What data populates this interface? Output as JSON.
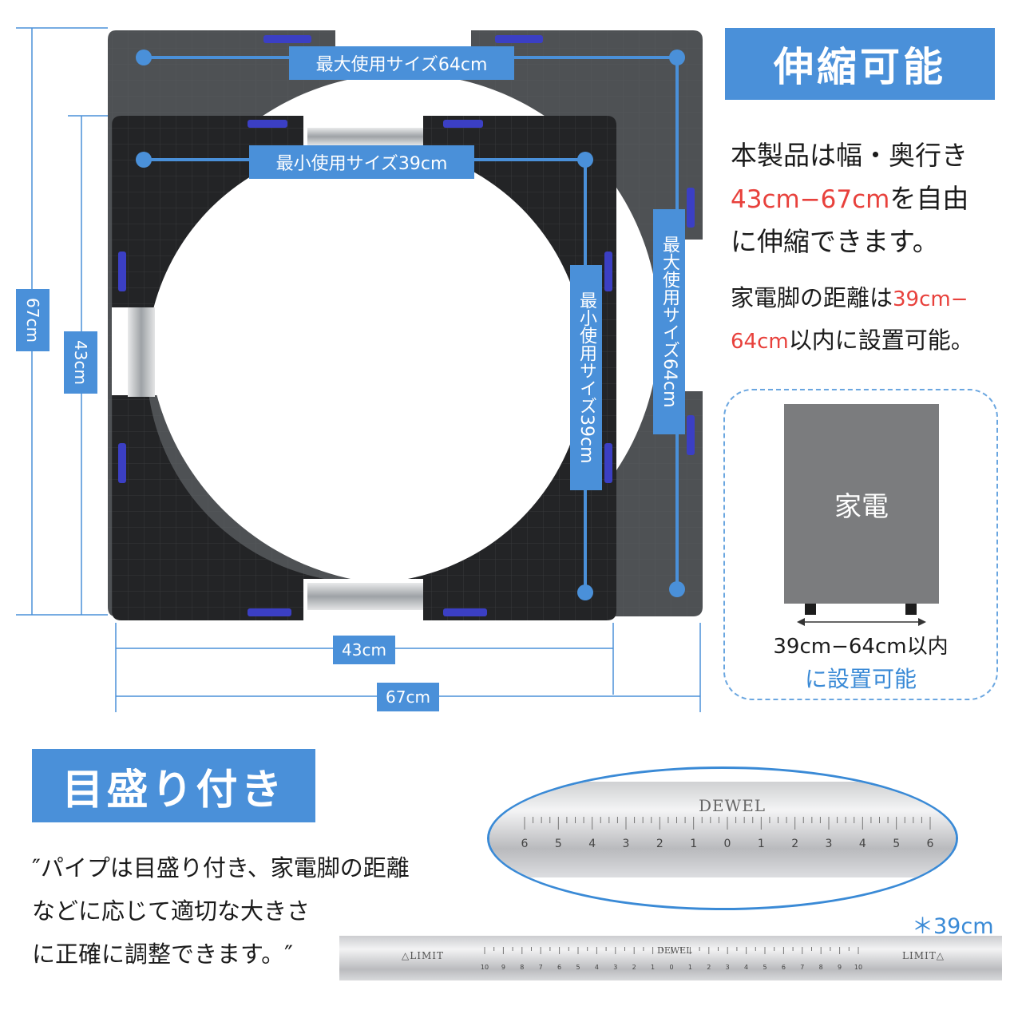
{
  "stand": {
    "max_size_h": "最大使用サイズ64cm",
    "min_size_h": "最小使用サイズ39cm",
    "max_size_v": "最大使用サイズ64cm",
    "min_size_v": "最小使用サイズ39cm",
    "dim_outer_left": "67cm",
    "dim_inner_left": "43cm",
    "dim_inner_bottom": "43cm",
    "dim_outer_bottom": "67cm",
    "brand_mark": "DEWEL"
  },
  "feature1": {
    "title": "伸縮可能",
    "line1": "本製品は幅・奥行き",
    "line2_red": "43cm−67cm",
    "line2_rest": "を自由",
    "line3": "に伸縮できます。",
    "line4_a": "家電脚の距離は",
    "line4_red": "39cm−",
    "line5_red": "64cm",
    "line5_rest": "以内に設置可能。"
  },
  "appliance_box": {
    "label": "家電",
    "caption1": "39cm−64cm以内",
    "caption2": "に設置可能"
  },
  "feature2": {
    "title": "目盛り付き",
    "line1": "″パイプは目盛り付き、家電脚の距離",
    "line2": "などに応じて適切な大きさ",
    "line3": "に正確に調整できます。″"
  },
  "pipe": {
    "brand": "DEWEL",
    "zoom_ticks": [
      "6",
      "5",
      "4",
      "3",
      "2",
      "1",
      "0",
      "1",
      "2",
      "3",
      "4",
      "5",
      "6"
    ],
    "full_ticks": [
      "10",
      "9",
      "8",
      "7",
      "6",
      "5",
      "4",
      "3",
      "2",
      "1",
      "0",
      "1",
      "2",
      "3",
      "4",
      "5",
      "6",
      "7",
      "8",
      "9",
      "10"
    ],
    "limit_left": "△LIMIT",
    "limit_right": "LIMIT△",
    "length_note": "＊39cm"
  },
  "colors": {
    "accent": "#4a90d9",
    "red": "#e8413c",
    "frame_outer": "#4e5154",
    "frame_inner": "#232426",
    "appliance": "#7b7c7e"
  }
}
